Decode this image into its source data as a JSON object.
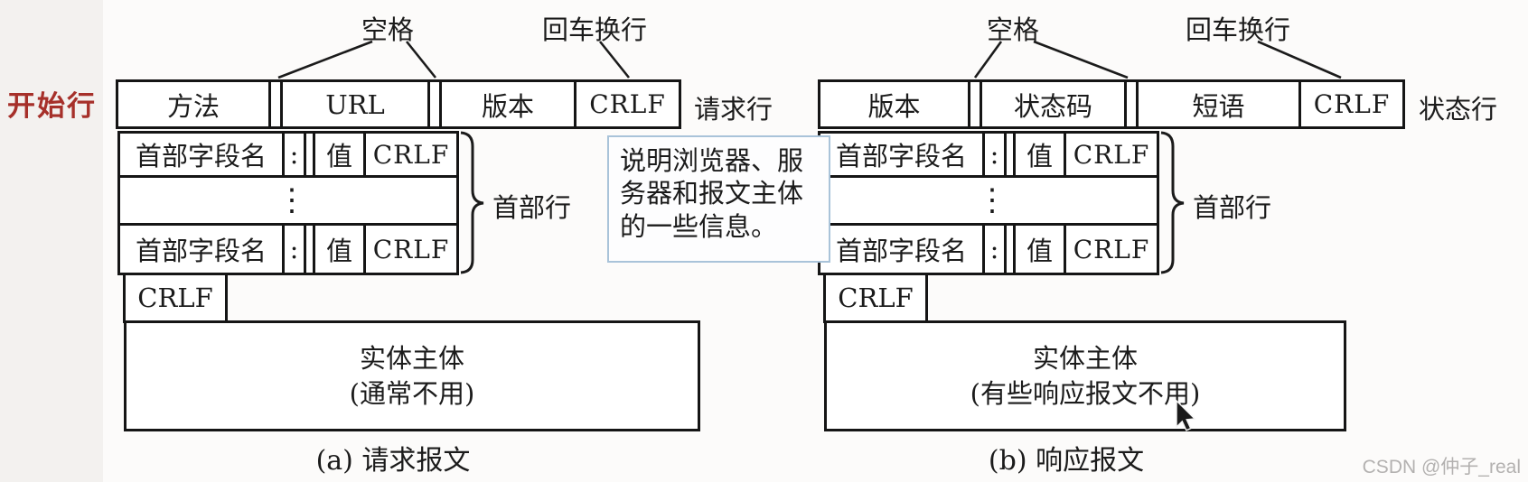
{
  "labels": {
    "start_line": "开始行",
    "space_left": "空格",
    "crlf_left": "回车换行",
    "space_right": "空格",
    "crlf_right": "回车换行"
  },
  "note": {
    "text": "说明浏览器、服务器和报文主体的一些信息。"
  },
  "request": {
    "cells": {
      "c1": "方法",
      "c2": "URL",
      "c3": "版本",
      "c4": "CRLF"
    },
    "line_label": "请求行",
    "header": {
      "name": "首部字段名",
      "colon": ":",
      "value": "值",
      "crlf": "CRLF"
    },
    "dots": "⋮",
    "brace_label": "首部行",
    "crlf": "CRLF",
    "entity1": "实体主体",
    "entity2": "(通常不用)",
    "caption": "(a) 请求报文"
  },
  "response": {
    "cells": {
      "c1": "版本",
      "c2": "状态码",
      "c3": "短语",
      "c4": "CRLF"
    },
    "line_label": "状态行",
    "header": {
      "name": "首部字段名",
      "colon": ":",
      "value": "值",
      "crlf": "CRLF"
    },
    "dots": "⋮",
    "brace_label": "首部行",
    "crlf": "CRLF",
    "entity1": "实体主体",
    "entity2": "(有些响应报文不用)",
    "caption": "(b) 响应报文"
  },
  "watermark": "CSDN @仲子_real",
  "colors": {
    "start_line_red": "#a6302a",
    "note_border_blue": "#a9c3d9",
    "diagram_line": "#151515",
    "watermark_gray": "#b3b1b0"
  }
}
